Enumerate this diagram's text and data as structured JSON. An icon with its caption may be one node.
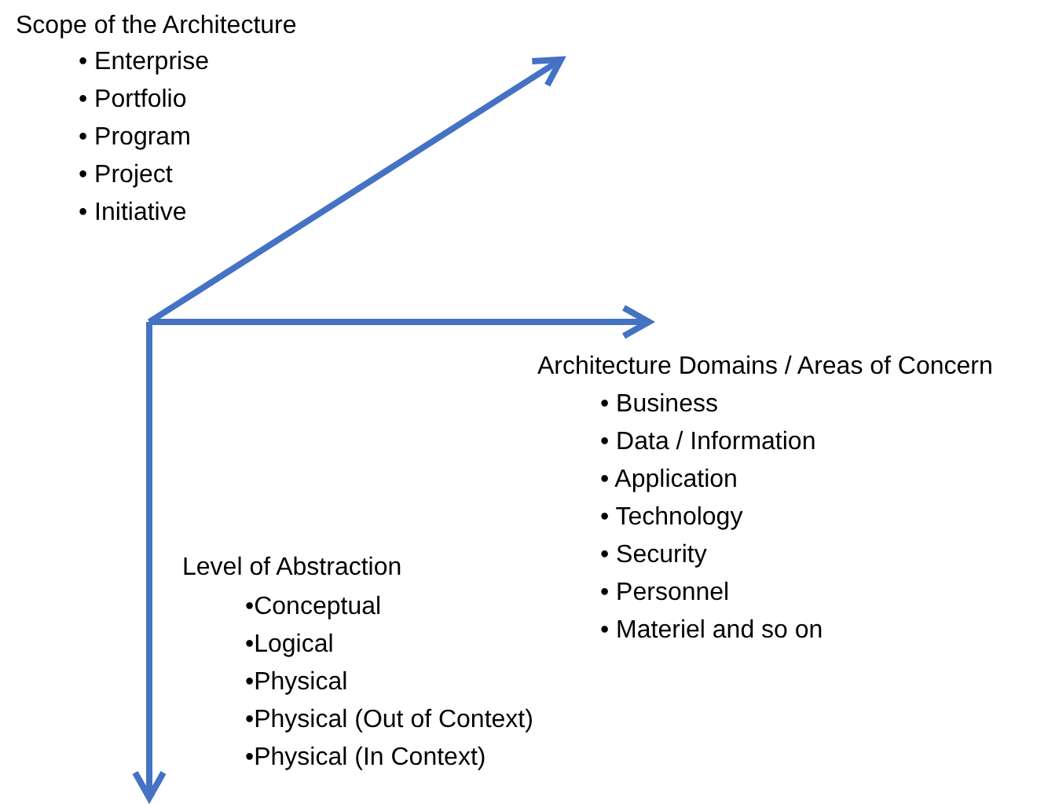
{
  "diagram": {
    "labels": [
      "Scope of the Architecture",
      "• Enterprise",
      "• Portfolio",
      "• Program",
      "• Project",
      "• Initiative",
      "Architecture Domains / Areas of Concern",
      "• Business",
      "• Data / Information",
      "• Application",
      "• Technology",
      "• Security",
      "• Personnel",
      "• Materiel and so on",
      "Level of Abstraction",
      "•Conceptual",
      "•Logical",
      "•Physical",
      "•Physical (Out of Context)",
      "•Physical (In Context)"
    ]
  }
}
